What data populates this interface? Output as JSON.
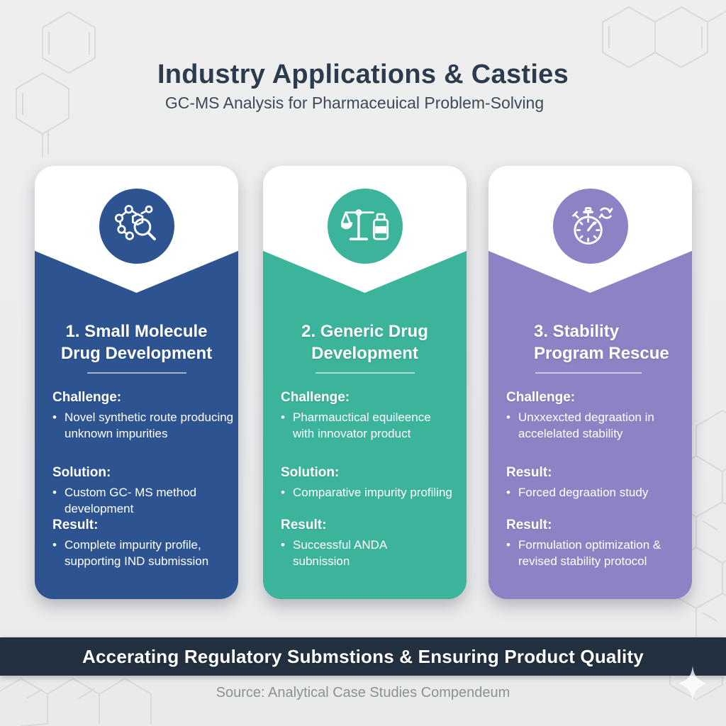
{
  "header": {
    "title": "Industry Applications & Casties",
    "subtitle": "GC-MS Analysis for Pharmaceuical Problem-Solving"
  },
  "misc": {
    "bullet": "•"
  },
  "colors": {
    "background": "#ebecec",
    "banner_bg": "#223040",
    "heading_text": "#2d3b4e",
    "hexagon_stroke": "#d9dadb",
    "card_blue": "#2d5491",
    "card_teal": "#3cb49b",
    "card_purple": "#8d83c4"
  },
  "cards": [
    {
      "accent": "#2d5491",
      "icon": "molecule-magnifier-icon",
      "title_line1": "1. Small Molecule",
      "title_line2": "Drug Development",
      "sections": [
        {
          "label": "Challenge:",
          "line1": "Novel synthetic route producing",
          "line2": "unknown impurities"
        },
        {
          "label": "Solution:",
          "line1": "Custom GC- MS method",
          "line2": "development"
        },
        {
          "label": "Result:",
          "line1": "Complete impurity profile,",
          "line2": "supporting IND submission"
        }
      ]
    },
    {
      "accent": "#3cb49b",
      "icon": "balance-scale-bottle-icon",
      "title_line1": "2. Generic Drug",
      "title_line2": "Development",
      "sections": [
        {
          "label": "Challenge:",
          "line1": "Pharmauctical equileence",
          "line2": "with innovator product"
        },
        {
          "label": "Solution:",
          "line1": "Comparative impurity profiling",
          "line2": ""
        },
        {
          "label": "Result:",
          "line1": "Successful ANDA",
          "line2": "subnission"
        }
      ]
    },
    {
      "accent": "#8d83c4",
      "icon": "stopwatch-icon",
      "title_line1": "3. Stability",
      "title_line2": "Program Rescue",
      "sections": [
        {
          "label": "Challenge:",
          "line1": "Unxxexcted degraation in",
          "line2": "accelelated stability"
        },
        {
          "label": "Result:",
          "line1": "Forced degraation study",
          "line2": ""
        },
        {
          "label": "Result:",
          "line1": "Formulation optimization &",
          "line2": "revised stability protocol"
        }
      ]
    }
  ],
  "banner": {
    "text": "Accerating Regulatory Submstions & Ensuring Product Quality"
  },
  "footer": {
    "source": "Source: Analytical Case Studies Compendeum"
  }
}
